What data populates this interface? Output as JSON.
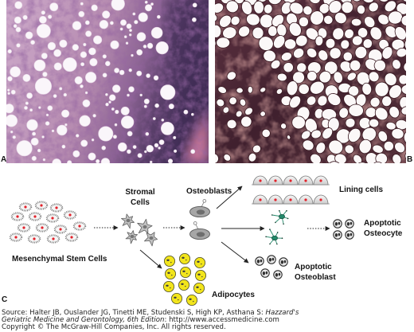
{
  "figure": {
    "panel_labels": {
      "a": "A",
      "b": "B",
      "c": "C"
    }
  },
  "diagram": {
    "mesenchymal_stem_cells": "Mesenchymal Stem Cells",
    "stromal_cells": {
      "line1": "Stromal",
      "line2": "Cells"
    },
    "osteoblasts": "Osteoblasts",
    "lining_cells": "Lining cells",
    "apoptotic_osteocyte": {
      "line1": "Apoptotic",
      "line2": "Osteocyte"
    },
    "apoptotic_osteoblast": {
      "line1": "Apoptotic",
      "line2": "Osteoblast"
    },
    "adipocytes": "Adipocytes"
  },
  "source": {
    "line1_prefix": "Source: Halter JB, Ouslander JG, Tinetti ME, Studenski S, High KP, Asthana S: ",
    "line1_title": "Hazzard's",
    "line2_title": "Geriatric Medicine and Gerontology, 6th Edition",
    "line2_suffix": ": http://www.accessmedicine.com"
  },
  "copyright": "Copyright © The McGraw-Hill Companies, Inc. All rights reserved.",
  "colors": {
    "adipocyte": "#f2e51c",
    "nucleus": "#e1222b",
    "osteocyte": "#23896a"
  }
}
